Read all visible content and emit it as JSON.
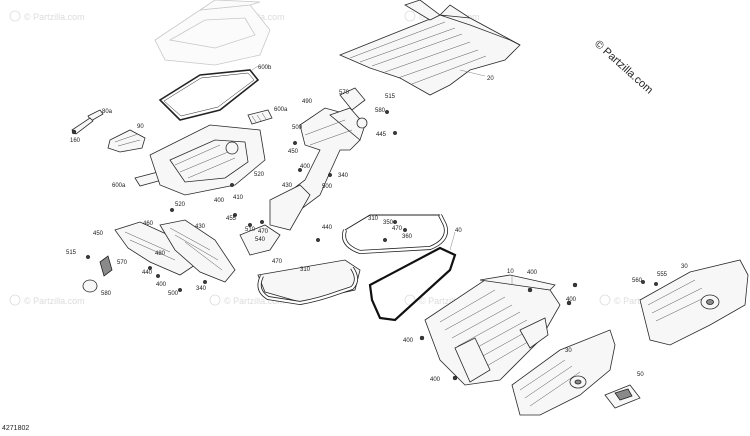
{
  "copyright": "© Partzilla.com",
  "watermark": "© Partzilla.com",
  "diagram_code": "4271802",
  "callouts": {
    "c20": "20",
    "c600b": "600b",
    "c600a_top": "600a",
    "c600a_bot": "600a",
    "c80a": "80a",
    "c90": "90",
    "c160": "160",
    "c490": "490",
    "c570a": "570",
    "c515a": "515",
    "c580a": "580",
    "c445a": "445",
    "c450a": "450",
    "c500a": "500",
    "c400a": "400",
    "c340a": "340",
    "c430": "430",
    "c520": "520",
    "c410": "410",
    "c500b": "500",
    "c520b": "520",
    "c460": "460",
    "c430b": "430",
    "c450b": "450",
    "c515b": "515",
    "c570b": "570",
    "c480": "480",
    "c440": "440",
    "c500c": "500",
    "c580b": "580",
    "c340b": "340",
    "c400b": "400",
    "c400c": "400",
    "c455": "455",
    "c540": "540",
    "c470a": "470",
    "c510": "510",
    "c470b": "470",
    "c310a": "310",
    "c350": "350",
    "c470c": "470",
    "c360": "360",
    "c310b": "310",
    "c440b": "440",
    "c40": "40",
    "c10": "10",
    "c400d": "400",
    "c400e": "400",
    "c400f": "400",
    "c400g": "400",
    "c30a": "30",
    "c555": "555",
    "c560": "560",
    "c30b": "30",
    "c50": "50"
  }
}
